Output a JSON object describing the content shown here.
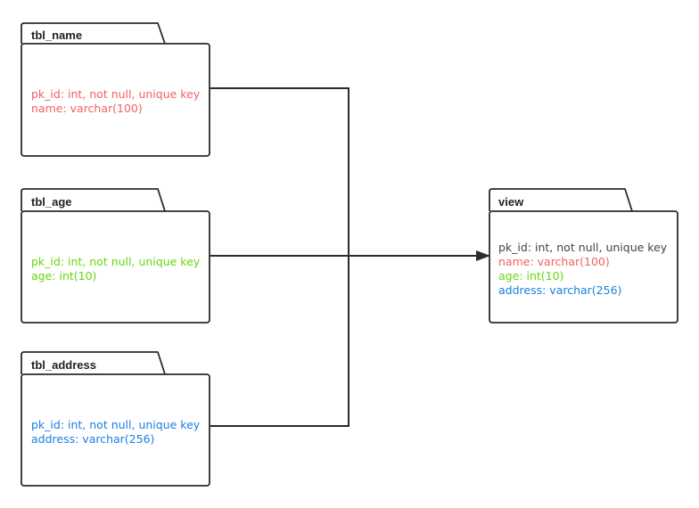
{
  "colors": {
    "outline": "#2b2b2b",
    "neutral_text": "#444444",
    "tbl_name": "#f06262",
    "tbl_age": "#66d80e",
    "tbl_address": "#1a7fe0"
  },
  "tables": {
    "tbl_name": {
      "title": "tbl_name",
      "fields": [
        "pk_id: int, not null, unique key",
        "name: varchar(100)"
      ]
    },
    "tbl_age": {
      "title": "tbl_age",
      "fields": [
        "pk_id: int, not null, unique key",
        "age: int(10)"
      ]
    },
    "tbl_address": {
      "title": "tbl_address",
      "fields": [
        "pk_id: int, not null, unique key",
        "address: varchar(256)"
      ]
    },
    "view": {
      "title": "view",
      "fields": [
        "pk_id: int, not null, unique key",
        "name: varchar(100)",
        "age: int(10)",
        "address: varchar(256)"
      ]
    }
  }
}
